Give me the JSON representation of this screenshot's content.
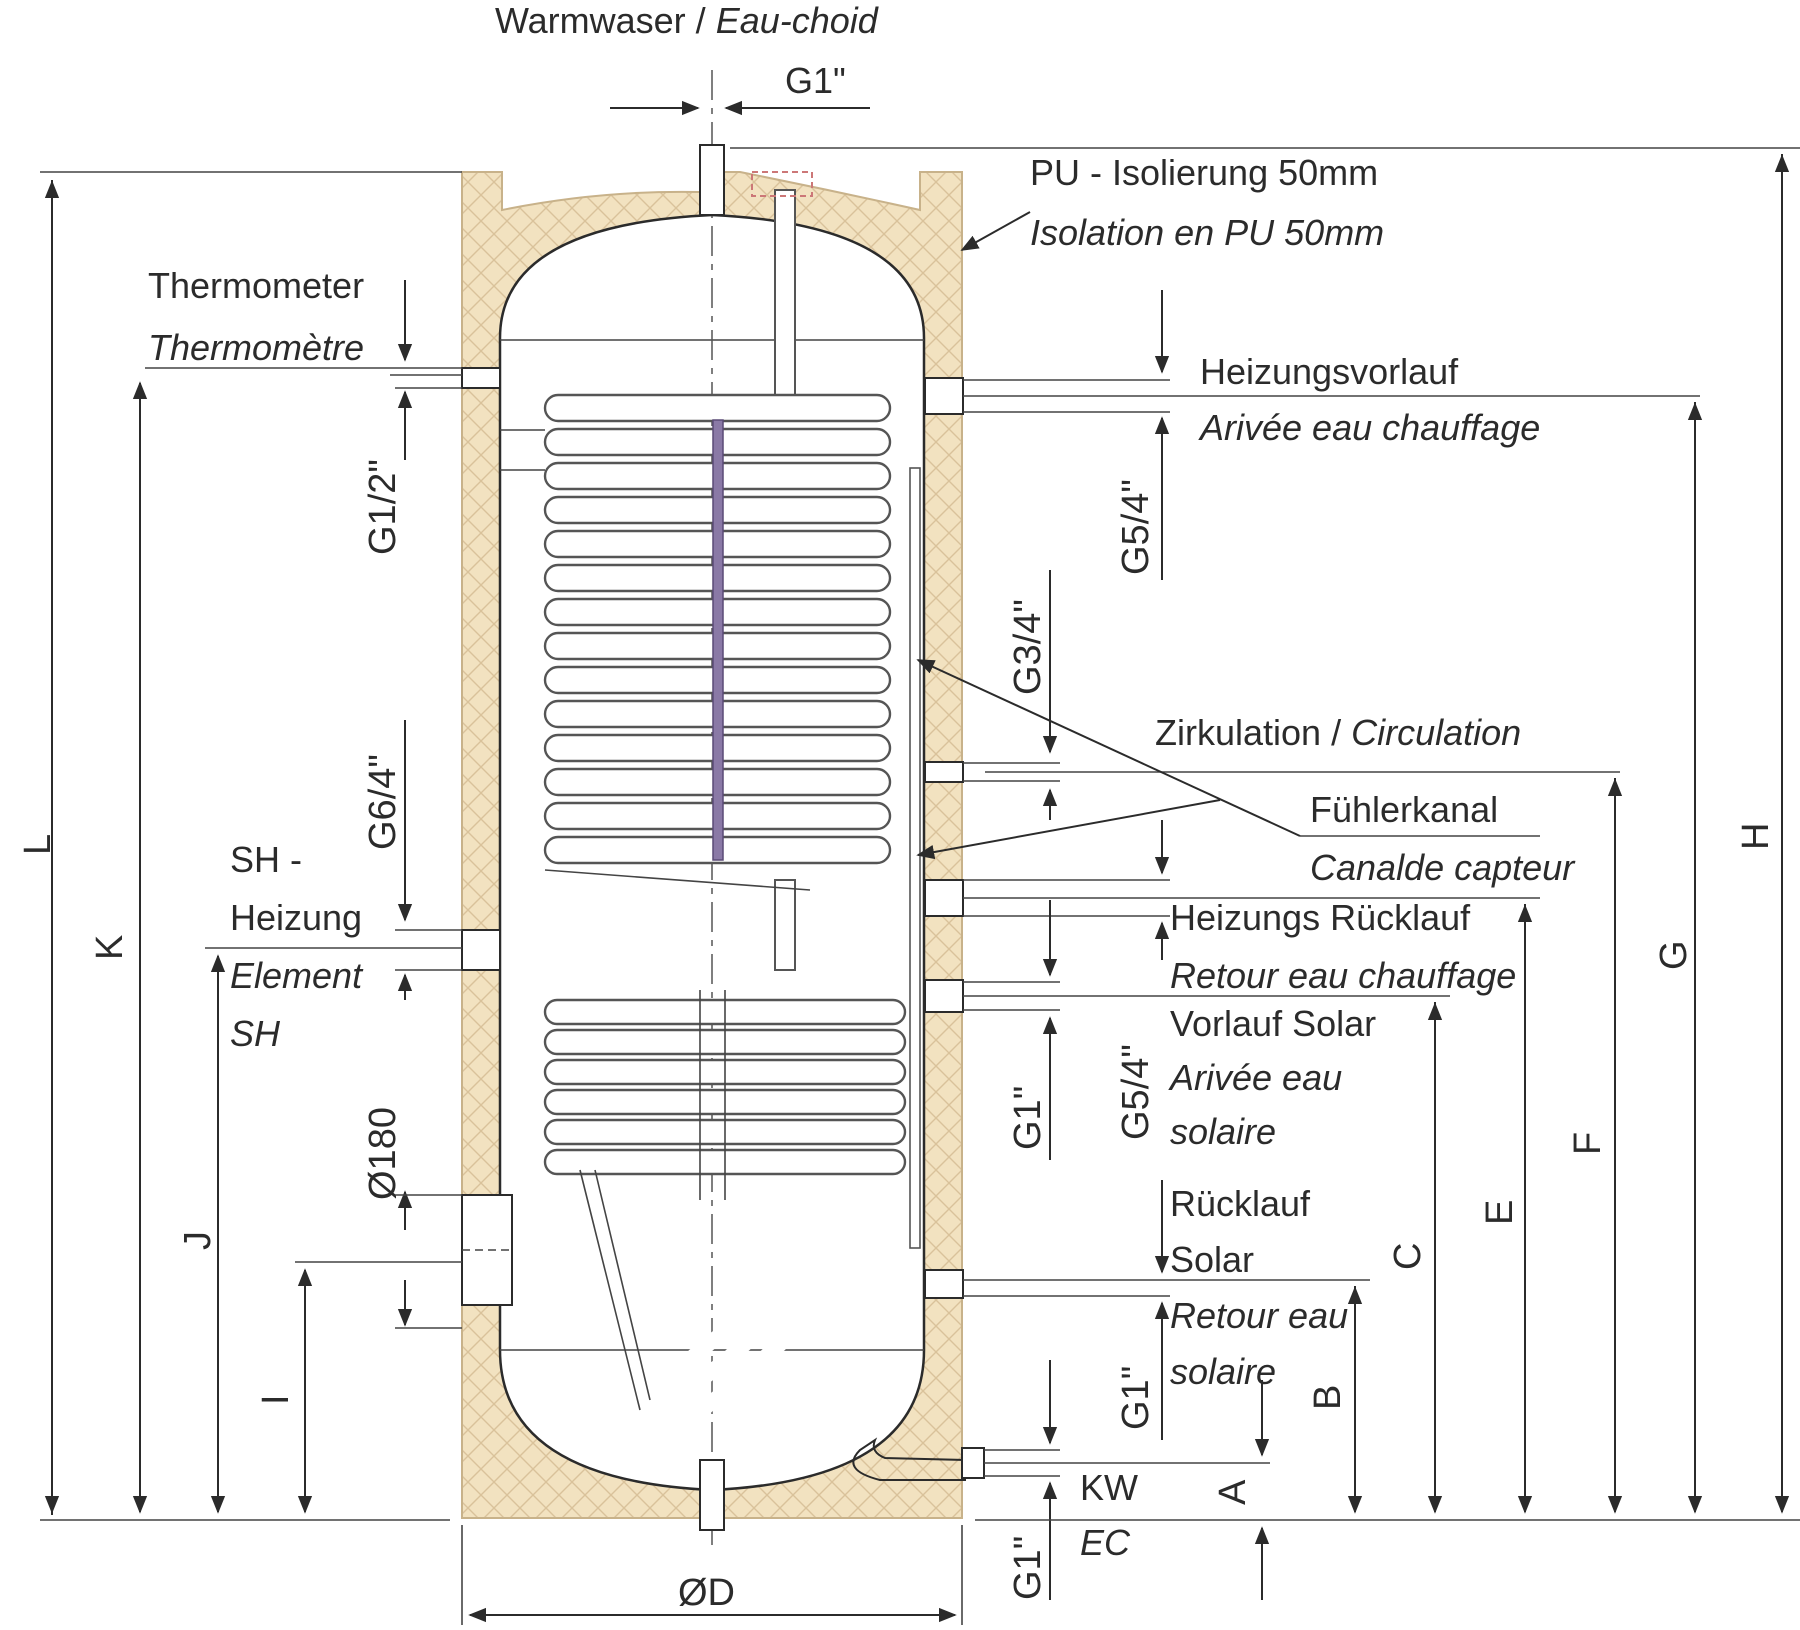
{
  "colors": {
    "insulation": "#f2e2c0",
    "insulation_hatch": "#d9c29a",
    "line": "#2b2b2b",
    "anode": "#8a79a6",
    "background": "#ffffff"
  },
  "labels": {
    "hot_water": "Warmwaser / ",
    "hot_water_fr": "Eau-choid",
    "top_thread": "G1\"",
    "insulation_de": "PU - Isolierung 50mm",
    "insulation_fr": "Isolation en PU 50mm",
    "thermometer_de": "Thermometer",
    "thermometer_fr": "Thermomètre",
    "thermometer_thread": "G1/2\"",
    "heating_flow_de": "Heizungsvorlauf",
    "heating_flow_fr": "Arivée eau chauffage",
    "heating_flow_thread": "G5/4\"",
    "circulation_thread": "G3/4\"",
    "circulation_de": "Zirkulation / ",
    "circulation_fr": "Circulation",
    "sensor_de": "Fühlerkanal",
    "sensor_fr": "Canalde capteur",
    "element_thread": "G6/4\"",
    "sh_de_1": "SH -",
    "sh_de_2": "Heizung",
    "sh_fr_1": "Element",
    "sh_fr_2": "SH",
    "heating_return_de": "Heizungs Rücklauf",
    "heating_return_fr": "Retour eau chauffage",
    "solar_flow_de": "Vorlauf Solar",
    "solar_flow_fr_1": "Arivée eau",
    "solar_flow_fr_2": "solaire",
    "solar_flow_thread": "G5/4\"",
    "circ_thread_2": "G1\"",
    "flange": "Ø180",
    "solar_return_de_1": "Rücklauf",
    "solar_return_de_2": "Solar",
    "solar_return_fr_1": "Retour eau",
    "solar_return_fr_2": "solaire",
    "solar_return_thread": "G1\"",
    "cold_de": "KW",
    "cold_fr": "EC",
    "cold_thread": "G1\"",
    "diameter": "ØD"
  },
  "dimensions": {
    "L": "L",
    "K": "K",
    "J": "J",
    "I": "I",
    "H": "H",
    "G": "G",
    "F": "F",
    "E": "E",
    "C": "C",
    "B": "B",
    "A": "A"
  }
}
